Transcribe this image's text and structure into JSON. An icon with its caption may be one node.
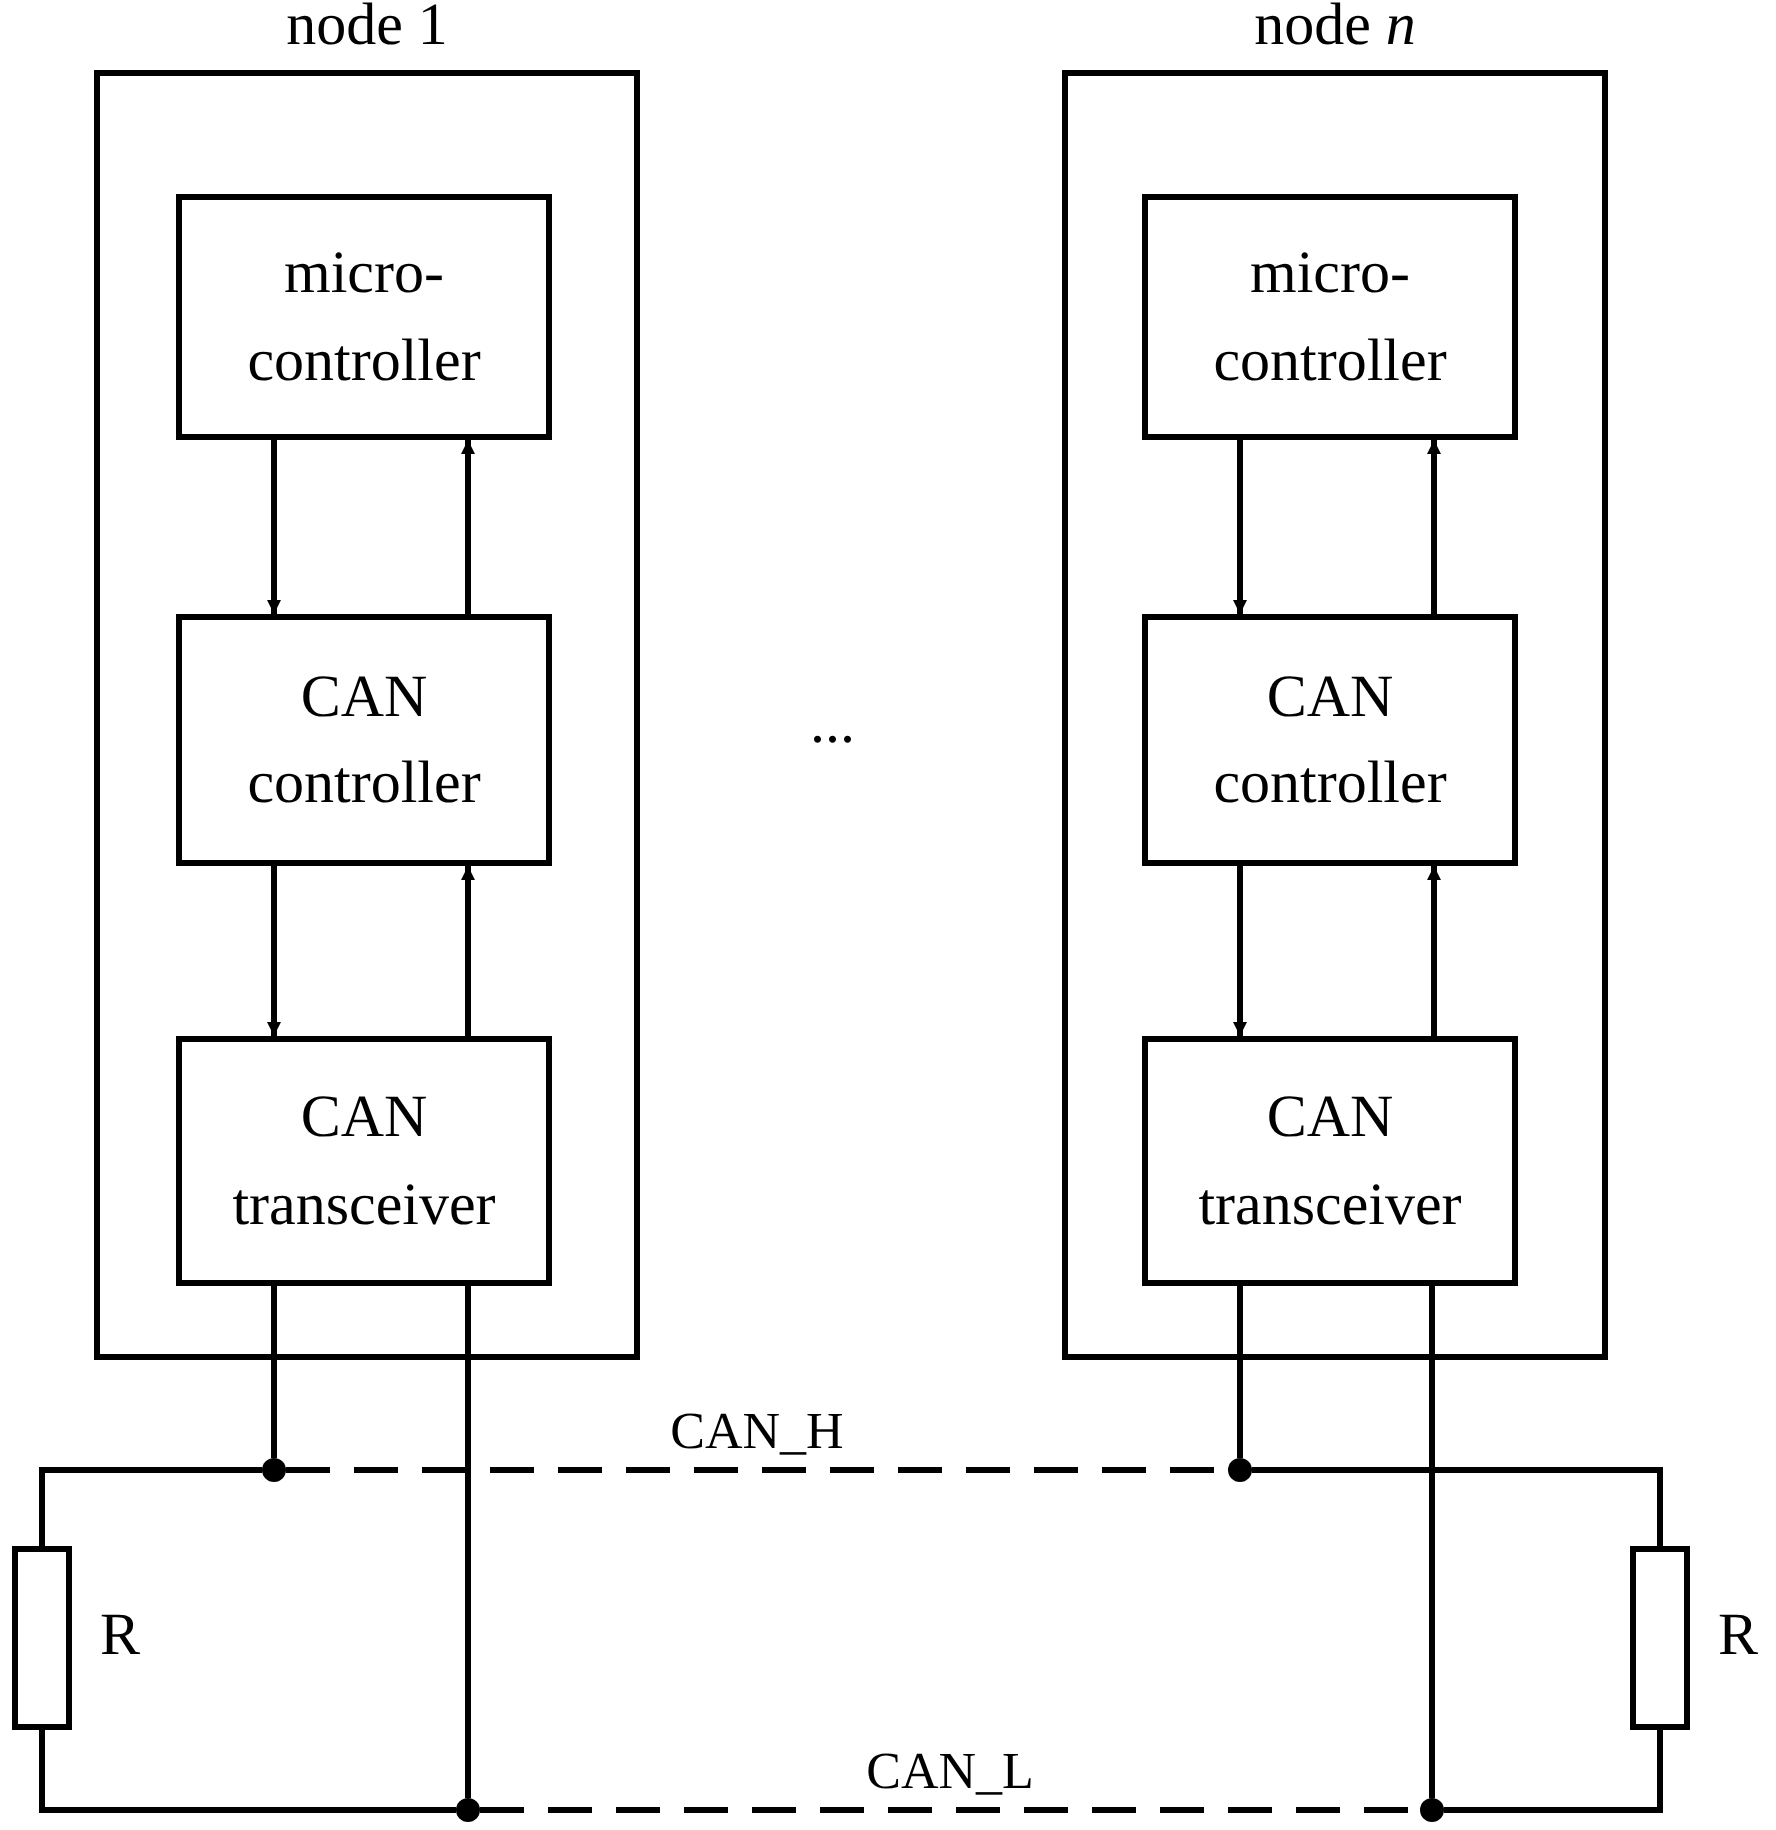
{
  "diagram": {
    "nodes": [
      {
        "text": [
          "node 1"
        ]
      },
      {
        "text": [
          "micro- controller"
        ],
        "in": 0
      },
      {
        "text": [
          "CAN controller"
        ],
        "in": 0
      },
      {
        "text": [
          "CAN transceiver"
        ],
        "in": 0
      },
      {
        "text": [
          "node *n*"
        ]
      },
      {
        "text": [
          "micro- controller"
        ],
        "in": 4
      },
      {
        "text": [
          "CAN controller"
        ],
        "in": 4
      },
      {
        "text": [
          "CAN transceiver"
        ],
        "in": 4
      },
      {
        "text": [],
        "shape": "box",
        "beside": [
          "R"
        ]
      },
      {
        "text": [],
        "shape": "box",
        "beside": [
          "R"
        ]
      },
      {
        "text": [],
        "shape": "circle"
      },
      {
        "text": [],
        "shape": "circle"
      },
      {
        "text": [],
        "shape": "circle"
      },
      {
        "text": [],
        "shape": "circle"
      }
    ],
    "edges": [
      {
        "from": 1,
        "to": 2,
        "arrow": "to"
      },
      {
        "from": 2,
        "to": 1,
        "arrow": "to"
      },
      {
        "from": 2,
        "to": 3,
        "arrow": "to"
      },
      {
        "from": 3,
        "to": 2,
        "arrow": "to"
      },
      {
        "from": 5,
        "to": 6,
        "arrow": "to"
      },
      {
        "from": 6,
        "to": 5,
        "arrow": "to"
      },
      {
        "from": 6,
        "to": 7,
        "arrow": "to"
      },
      {
        "from": 7,
        "to": 6,
        "arrow": "to"
      },
      {
        "from": 3,
        "to": 10,
        "arrow": "none"
      },
      {
        "from": 3,
        "to": 11,
        "arrow": "none"
      },
      {
        "from": 7,
        "to": 12,
        "arrow": "none"
      },
      {
        "from": 7,
        "to": 13,
        "arrow": "none"
      },
      {
        "from": 8,
        "to": 10,
        "arrow": "none"
      },
      {
        "from": 10,
        "to": 12,
        "arrow": "none",
        "style": "dashed",
        "label": "CAN_H"
      },
      {
        "from": 12,
        "to": 9,
        "arrow": "none"
      },
      {
        "from": 8,
        "to": 11,
        "arrow": "none"
      },
      {
        "from": 11,
        "to": 13,
        "arrow": "none",
        "style": "dashed",
        "label": "CAN_L"
      },
      {
        "from": 13,
        "to": 9,
        "arrow": "none"
      }
    ],
    "labels": [
      "..."
    ]
  }
}
